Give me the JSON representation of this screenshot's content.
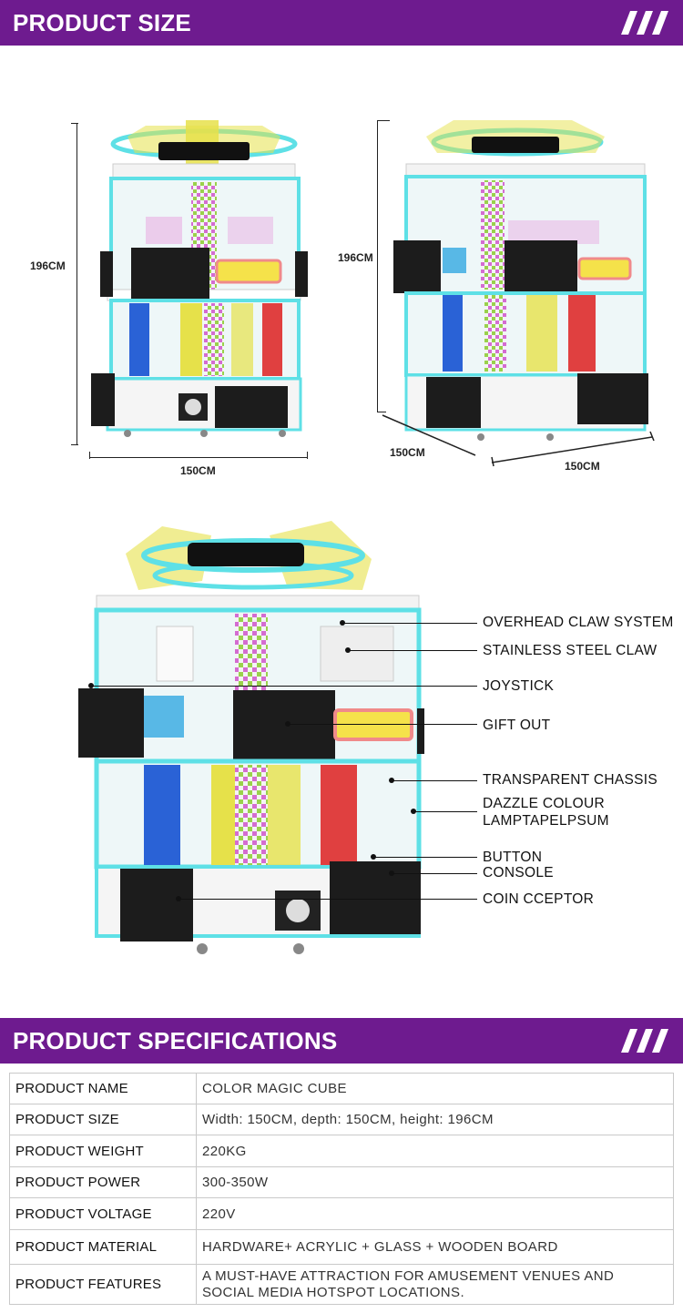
{
  "sections": {
    "size_title": "PRODUCT SIZE",
    "spec_title": "PRODUCT SPECIFICATIONS"
  },
  "dimensions": {
    "front_height": "196CM",
    "front_width": "150CM",
    "angled_height": "196CM",
    "angled_depth": "150CM",
    "angled_width": "150CM"
  },
  "callouts": [
    "OVERHEAD CLAW SYSTEM",
    "STAINLESS STEEL CLAW",
    "JOYSTICK",
    "GIFT OUT",
    "TRANSPARENT CHASSIS",
    "DAZZLE COLOUR",
    "LAMPTAPELPSUM",
    "BUTTON",
    "CONSOLE",
    "COIN CCEPTOR"
  ],
  "specs": [
    {
      "key": "PRODUCT NAME",
      "value": "COLOR MAGIC CUBE"
    },
    {
      "key": "PRODUCT SIZE",
      "value": "Width: 150CM, depth: 150CM, height: 196CM"
    },
    {
      "key": "PRODUCT WEIGHT",
      "value": "220KG"
    },
    {
      "key": "PRODUCT POWER",
      "value": "300-350W"
    },
    {
      "key": "PRODUCT VOLTAGE",
      "value": "220V"
    },
    {
      "key": "PRODUCT MATERIAL",
      "value": "HARDWARE+ ACRYLIC + GLASS + WOODEN BOARD"
    },
    {
      "key": "PRODUCT FEATURES",
      "value": "A MUST-HAVE ATTRACTION FOR AMUSEMENT VENUES AND SOCIAL MEDIA HOTSPOT LOCATIONS."
    }
  ],
  "colors": {
    "banner": "#6e1b8f",
    "accent_cyan": "#5ee0e6",
    "accent_yellow": "#e6e14a"
  }
}
